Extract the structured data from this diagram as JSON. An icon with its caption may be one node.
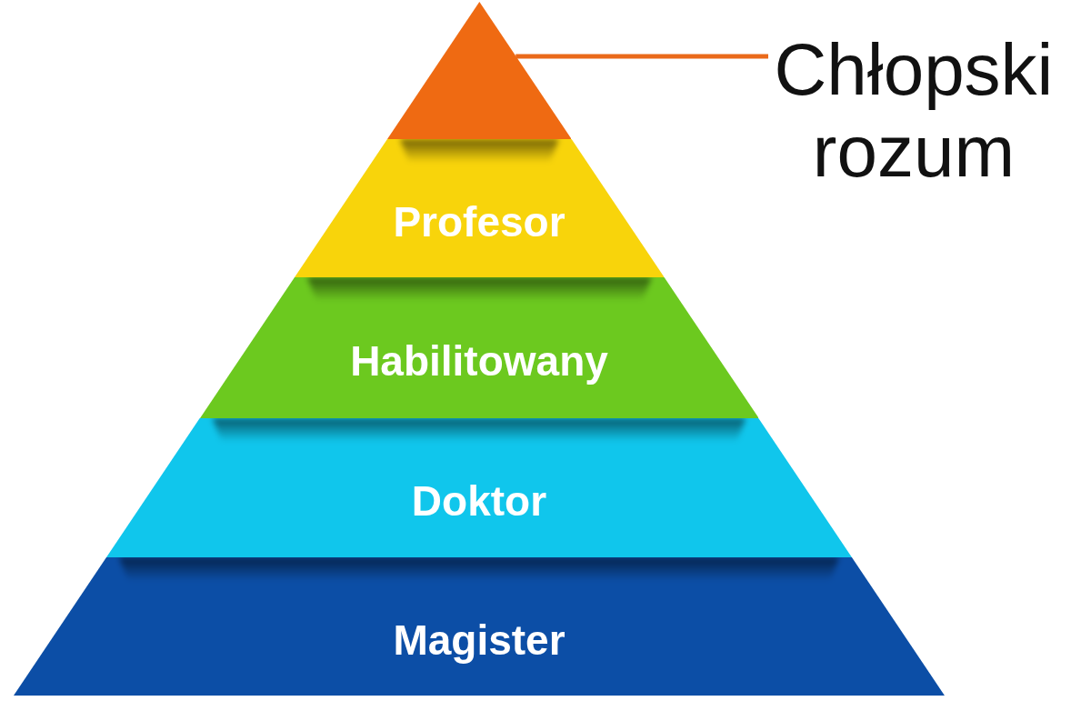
{
  "diagram": {
    "nodes": [
      {
        "text": [],
        "shape": "triangle"
      },
      {
        "text": [
          "Chłopski rozum"
        ]
      },
      {
        "text": [
          "Profesor"
        ]
      },
      {
        "text": [
          "Habilitowany"
        ]
      },
      {
        "text": [
          "Doktor"
        ]
      },
      {
        "text": [
          "Magister"
        ]
      }
    ],
    "edges": [
      {
        "from": 1,
        "to": 0,
        "arrow": "none",
        "color": "#ea6a1a"
      }
    ]
  }
}
